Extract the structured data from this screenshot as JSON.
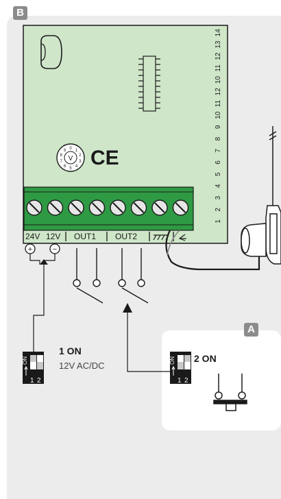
{
  "badges": {
    "b": "B",
    "a": "A"
  },
  "board": {
    "ce_mark": "CE",
    "dial_center": "V",
    "dial_digits": [
      "0",
      "1",
      "2",
      "3",
      "4",
      "5",
      "6",
      "7",
      "8",
      "9"
    ],
    "edge_numbers": [
      "1",
      "2",
      "3",
      "4",
      "5",
      "6",
      "7",
      "8",
      "9",
      "10",
      "11",
      "12",
      "10",
      "11",
      "12",
      "13",
      "14"
    ]
  },
  "terminals": {
    "labels": [
      "24V",
      "12V",
      "OUT1",
      "OUT2"
    ],
    "plus": "+",
    "minus": "−"
  },
  "dip_switch_1": {
    "on_text": "ON",
    "numbers": [
      "1",
      "2"
    ],
    "title": "1 ON",
    "subtitle": "12V AC/DC"
  },
  "dip_switch_2": {
    "on_text": "ON",
    "numbers": [
      "1",
      "2"
    ],
    "title": "2 ON"
  },
  "colors": {
    "board": "#cfe6c9",
    "terminal_block": "#2e9a43",
    "panel": "#ececec",
    "badge": "#8c8c8c"
  }
}
